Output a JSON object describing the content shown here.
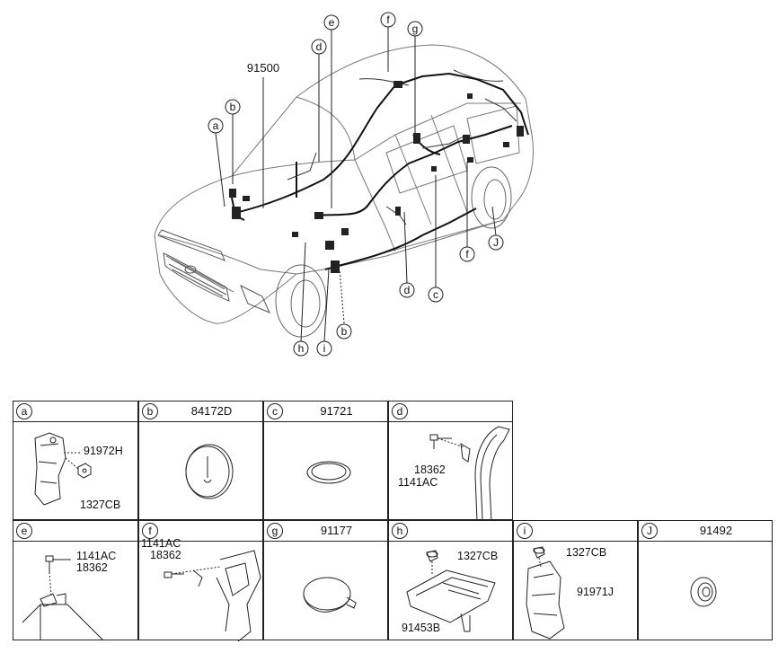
{
  "main_part_number": "91500",
  "callout_letters": {
    "a": "a",
    "b": "b",
    "c": "c",
    "d": "d",
    "e": "e",
    "f": "f",
    "g": "g",
    "h": "h",
    "i": "i",
    "j": "J"
  },
  "cells": [
    {
      "letter": "a",
      "part_no": "",
      "labels": [
        "91972H",
        "1327CB"
      ]
    },
    {
      "letter": "b",
      "part_no": "84172D",
      "labels": []
    },
    {
      "letter": "c",
      "part_no": "91721",
      "labels": []
    },
    {
      "letter": "d",
      "part_no": "",
      "labels": [
        "18362",
        "1141AC"
      ]
    },
    {
      "letter": "e",
      "part_no": "",
      "labels": [
        "1141AC",
        "18362"
      ]
    },
    {
      "letter": "f",
      "part_no": "",
      "labels": [
        "1141AC",
        "18362"
      ]
    },
    {
      "letter": "g",
      "part_no": "91177",
      "labels": []
    },
    {
      "letter": "h",
      "part_no": "",
      "labels": [
        "1327CB",
        "91453B"
      ]
    },
    {
      "letter": "i",
      "part_no": "",
      "labels": [
        "1327CB",
        "91971J"
      ]
    },
    {
      "letter": "J",
      "part_no": "91492",
      "labels": []
    }
  ]
}
